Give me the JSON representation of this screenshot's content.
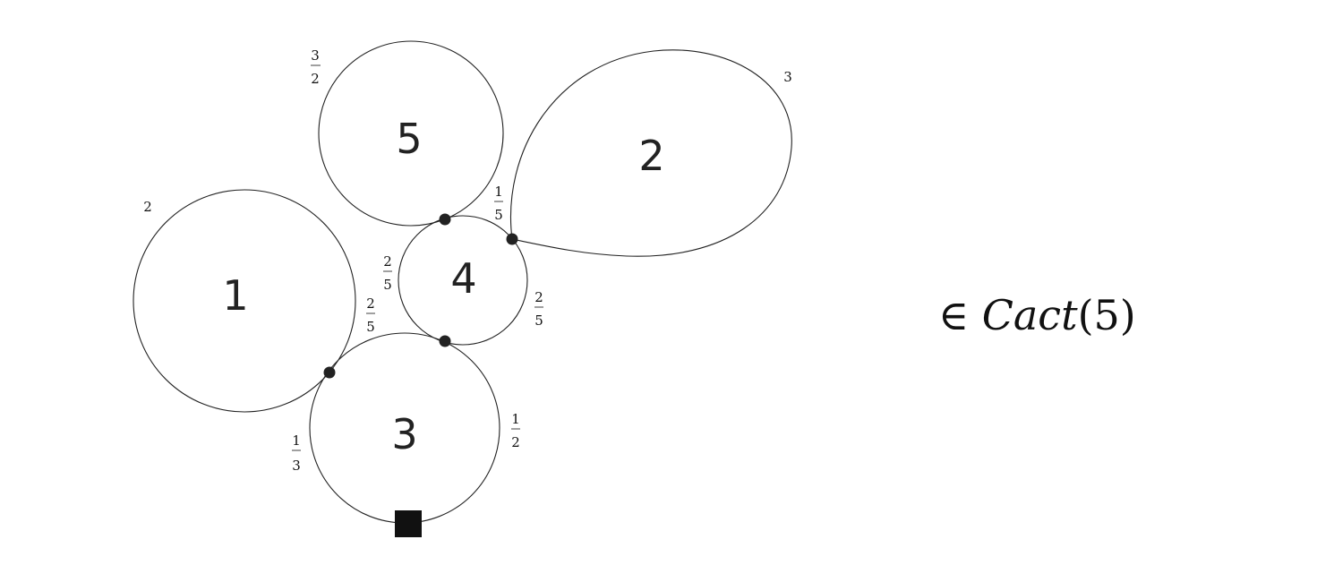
{
  "lobes": [
    {
      "id": "lobe-1",
      "label": "1"
    },
    {
      "id": "lobe-2",
      "label": "2"
    },
    {
      "id": "lobe-3",
      "label": "3"
    },
    {
      "id": "lobe-4",
      "label": "4"
    },
    {
      "id": "lobe-5",
      "label": "5"
    }
  ],
  "weights": [
    {
      "id": "weight-lobe-1",
      "num": "2",
      "den": ""
    },
    {
      "id": "weight-lobe-2",
      "num": "3",
      "den": ""
    },
    {
      "id": "weight-lobe-5",
      "num": "3",
      "den": "2"
    },
    {
      "id": "weight-4-to-2",
      "num": "1",
      "den": "5"
    },
    {
      "id": "weight-4-left",
      "num": "2",
      "den": "5"
    },
    {
      "id": "weight-4-right",
      "num": "2",
      "den": "5"
    },
    {
      "id": "weight-3-to-1",
      "num": "2",
      "den": "5"
    },
    {
      "id": "weight-3-left",
      "num": "1",
      "den": "3"
    },
    {
      "id": "weight-3-right",
      "num": "1",
      "den": "2"
    }
  ],
  "formula": {
    "symbol": "∈",
    "name": "Cact",
    "open": "(",
    "arg": "5",
    "close": ")"
  }
}
